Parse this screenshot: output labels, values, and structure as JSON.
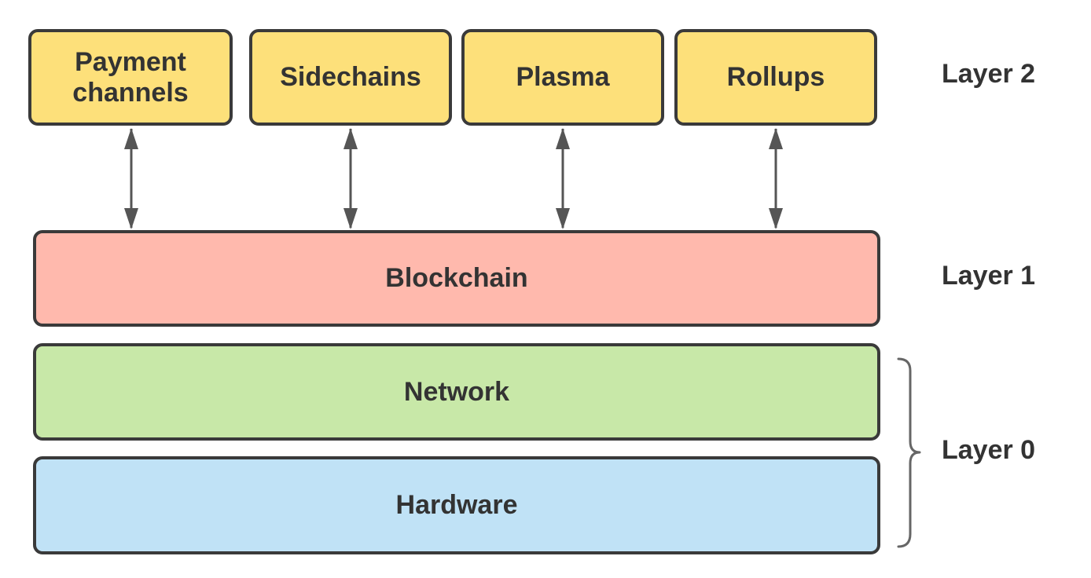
{
  "colors": {
    "layer2_fill": "#fde07a",
    "blockchain_fill": "#ffb9ad",
    "network_fill": "#c8e8a8",
    "hardware_fill": "#c0e2f6",
    "border": "#3a3a3a",
    "arrow": "#555555",
    "brace": "#666666",
    "text": "#333333"
  },
  "layer2": {
    "boxes": [
      {
        "label_line1": "Payment",
        "label_line2": "channels"
      },
      {
        "label": "Sidechains"
      },
      {
        "label": "Plasma"
      },
      {
        "label": "Rollups"
      }
    ],
    "label": "Layer 2"
  },
  "layer1": {
    "blockchain": "Blockchain",
    "label": "Layer 1"
  },
  "layer0": {
    "network": "Network",
    "hardware": "Hardware",
    "label": "Layer 0"
  },
  "edges": [
    {
      "from": "Payment channels",
      "to": "Blockchain",
      "direction": "both"
    },
    {
      "from": "Sidechains",
      "to": "Blockchain",
      "direction": "both"
    },
    {
      "from": "Plasma",
      "to": "Blockchain",
      "direction": "both"
    },
    {
      "from": "Rollups",
      "to": "Blockchain",
      "direction": "both"
    }
  ]
}
